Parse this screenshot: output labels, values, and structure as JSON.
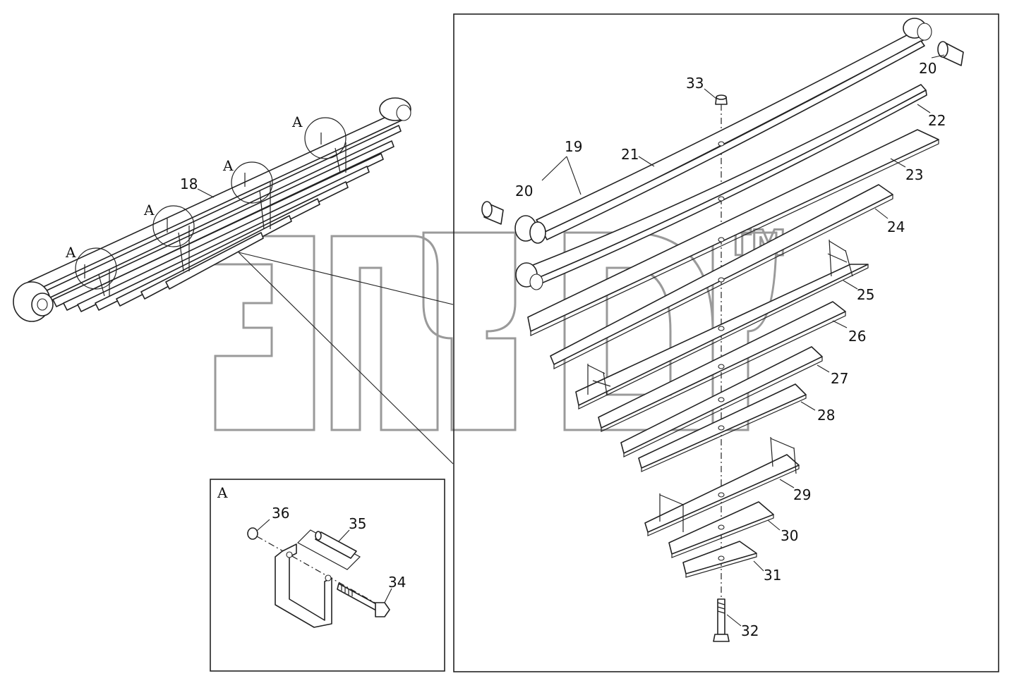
{
  "diagram": {
    "watermark": {
      "text": "TM"
    },
    "detail_frame": {
      "label": "A"
    },
    "callouts": {
      "assembly": "18",
      "leaf_pair": "19",
      "bushing_left": "20",
      "bushing_right": "20",
      "leaf_main": "21",
      "leaf_2": "22",
      "leaf_3": "23",
      "leaf_4": "24",
      "leaf_clip_upper": "25",
      "leaf_6": "26",
      "leaf_7": "27",
      "leaf_8": "28",
      "leaf_clip_lower": "29",
      "leaf_10": "30",
      "leaf_11": "31",
      "center_bolt": "32",
      "center_nut": "33",
      "clip_bolt": "34",
      "clip_spacer": "35",
      "clip_nut": "36"
    },
    "view_markers": [
      "A",
      "A",
      "A",
      "A"
    ]
  }
}
